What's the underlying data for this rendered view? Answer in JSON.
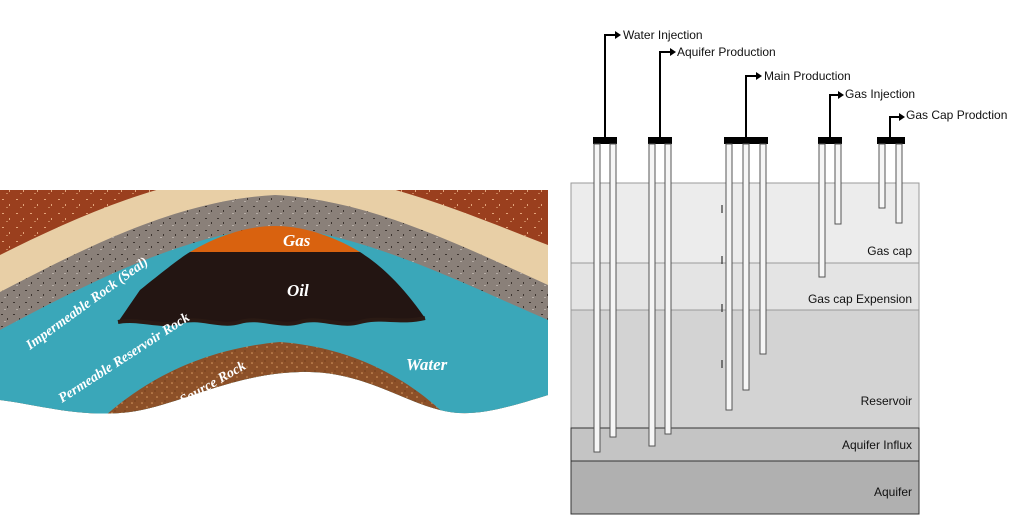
{
  "trap": {
    "labels": {
      "seal": "Impermeable Rock (Seal)",
      "reservoir_rock": "Permeable Reservoir Rock",
      "source_rock": "Source Rock",
      "gas": "Gas",
      "oil": "Oil",
      "water": "Water"
    },
    "colors": {
      "outer_brown": "#9a3f1e",
      "seal_tan": "#e8cfa6",
      "reservoir_gray": "#8a8079",
      "gas": "#d9620f",
      "oil": "#231512",
      "water": "#3aa7b9",
      "source": "#8c5028"
    }
  },
  "reservoir_model": {
    "layers": [
      {
        "name": "Gas cap"
      },
      {
        "name": "Gas cap Expension"
      },
      {
        "name": "Reservoir"
      },
      {
        "name": "Aquifer Influx"
      },
      {
        "name": "Aquifer"
      }
    ],
    "wells": [
      {
        "label": "Water Injection"
      },
      {
        "label": "Aquifer Production"
      },
      {
        "label": "Main Production"
      },
      {
        "label": "Gas Injection"
      },
      {
        "label": "Gas Cap Prodction"
      }
    ]
  }
}
